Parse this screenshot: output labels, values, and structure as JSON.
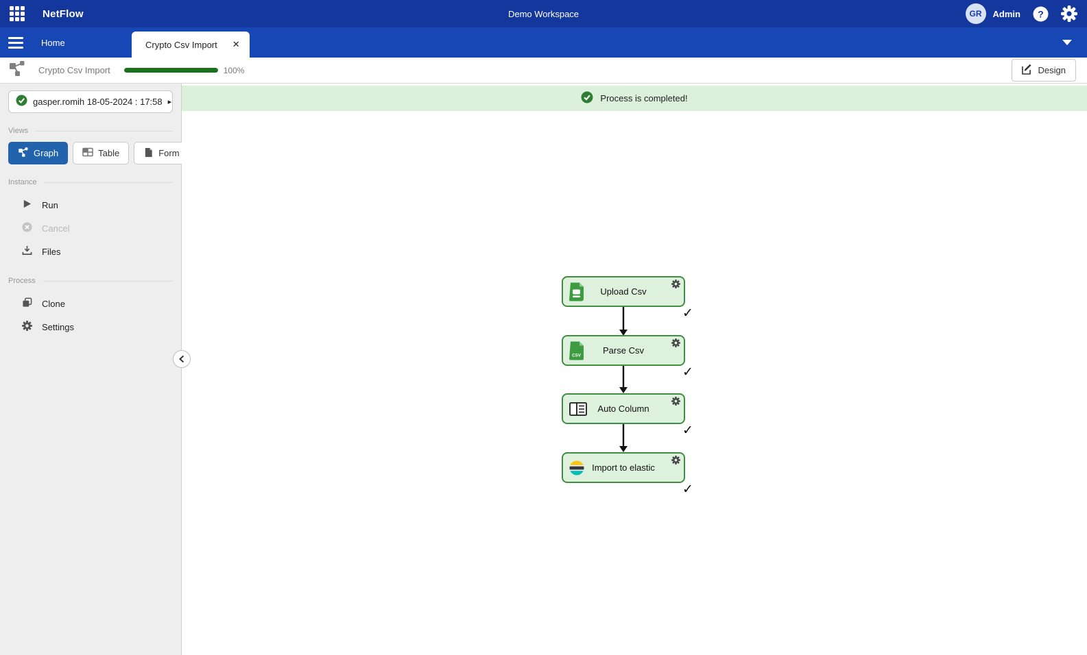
{
  "topbar": {
    "app_name": "NetFlow",
    "workspace_title": "Demo Workspace",
    "user_initials": "GR",
    "user_name": "Admin"
  },
  "tabbar": {
    "home_tab": "Home",
    "active_tab": "Crypto Csv Import",
    "close_glyph": "✕"
  },
  "toolbar": {
    "process_name": "Crypto Csv Import",
    "progress_percent": "100%",
    "design_button": "Design"
  },
  "sidebar": {
    "run_record": "gasper.romih 18-05-2024 : 17:58",
    "caret_glyph": "▸",
    "views_section": "Views",
    "view_buttons": {
      "graph": "Graph",
      "table": "Table",
      "form": "Form"
    },
    "instance_section": "Instance",
    "instance_items": {
      "run": "Run",
      "cancel": "Cancel",
      "files": "Files"
    },
    "process_section": "Process",
    "process_items": {
      "clone": "Clone",
      "settings": "Settings"
    }
  },
  "canvas": {
    "status_banner": "Process is completed!",
    "check_glyph": "✓",
    "nodes": [
      {
        "label": "Upload Csv",
        "icon": "csv-doc-icon",
        "status": "completed"
      },
      {
        "label": "Parse Csv",
        "icon": "csv-file-icon",
        "status": "completed"
      },
      {
        "label": "Auto Column",
        "icon": "auto-column-icon",
        "status": "completed"
      },
      {
        "label": "Import to elastic",
        "icon": "elasticsearch-icon",
        "status": "completed"
      }
    ]
  },
  "colors": {
    "topbar_bg": "#14379e",
    "tabbar_bg": "#1747b4",
    "accent_blue": "#2263ae",
    "success_green": "#2e7d32",
    "banner_bg": "#dcf0dc",
    "node_fill": "#ddf1dc",
    "node_border": "#3f8f43",
    "progress_green": "#1d701d",
    "elastic_yellow": "#fec514",
    "elastic_dark": "#343741",
    "elastic_teal": "#00bfb3"
  }
}
